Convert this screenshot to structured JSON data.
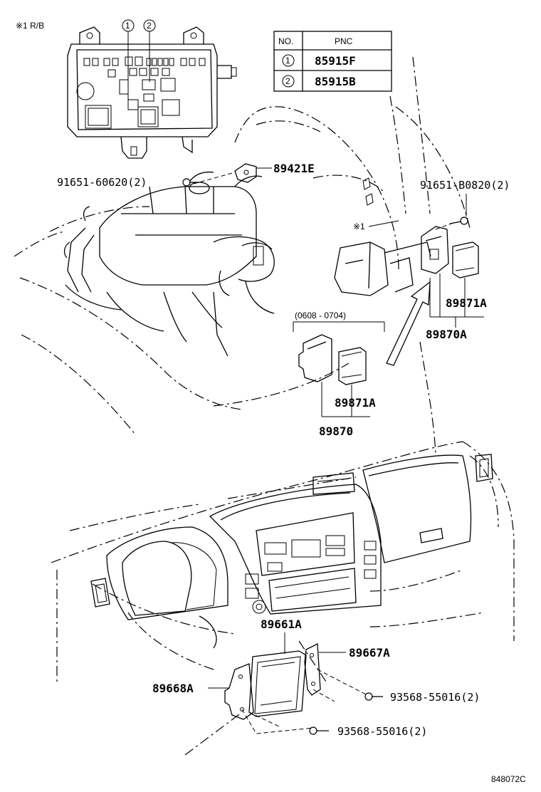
{
  "header_note": "※1 R/B",
  "relay_box": {
    "markers": [
      "1",
      "2"
    ]
  },
  "legend_table": {
    "headers": [
      "NO.",
      "PNC"
    ],
    "rows": [
      {
        "no": "1",
        "pnc": "85915F"
      },
      {
        "no": "2",
        "pnc": "85915B"
      }
    ]
  },
  "parts": {
    "p89421E": "89421E",
    "p91651_60620": "91651-60620(2)",
    "p91651_B0820": "91651-B0820(2)",
    "note_ref": "※1",
    "p89871A_upper": "89871A",
    "p89870A": "89870A",
    "date_range": "(0608 - 0704)",
    "p89871A_lower": "89871A",
    "p89870": "89870",
    "p89661A": "89661A",
    "p89667A": "89667A",
    "p89668A": "89668A",
    "p93568_a": "93568-55016(2)",
    "p93568_b": "93568-55016(2)"
  },
  "footer_code": "848072C"
}
